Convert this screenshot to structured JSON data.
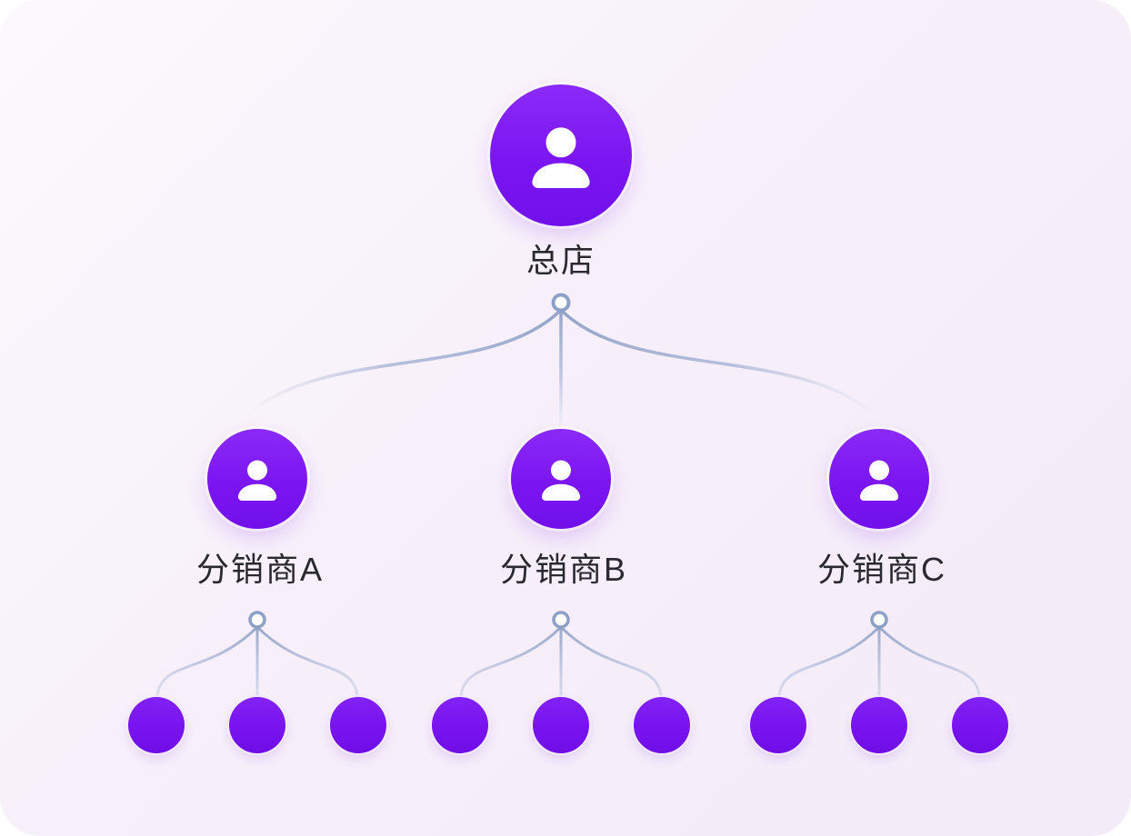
{
  "tree": {
    "root": {
      "label": "总店"
    },
    "distributors": [
      {
        "label": "分销商A",
        "leaf_count": 3
      },
      {
        "label": "分销商B",
        "leaf_count": 3
      },
      {
        "label": "分销商C",
        "leaf_count": 3
      }
    ],
    "total_leaf_nodes": 9
  },
  "icons": {
    "node_icon": "person-icon"
  },
  "colors": {
    "node_fill": "#7B15F1",
    "node_fill_light": "#8A2AF8",
    "node_fill_dark": "#7110EA",
    "icon_fill": "#FFFFFF",
    "connector": "#8EA0C6",
    "junction_fill": "#FFFFFF",
    "junction_stroke": "#8CA0C8",
    "label_text": "#2A2830",
    "background_start": "#FCF9FD",
    "background_end": "#F3ECF8"
  }
}
